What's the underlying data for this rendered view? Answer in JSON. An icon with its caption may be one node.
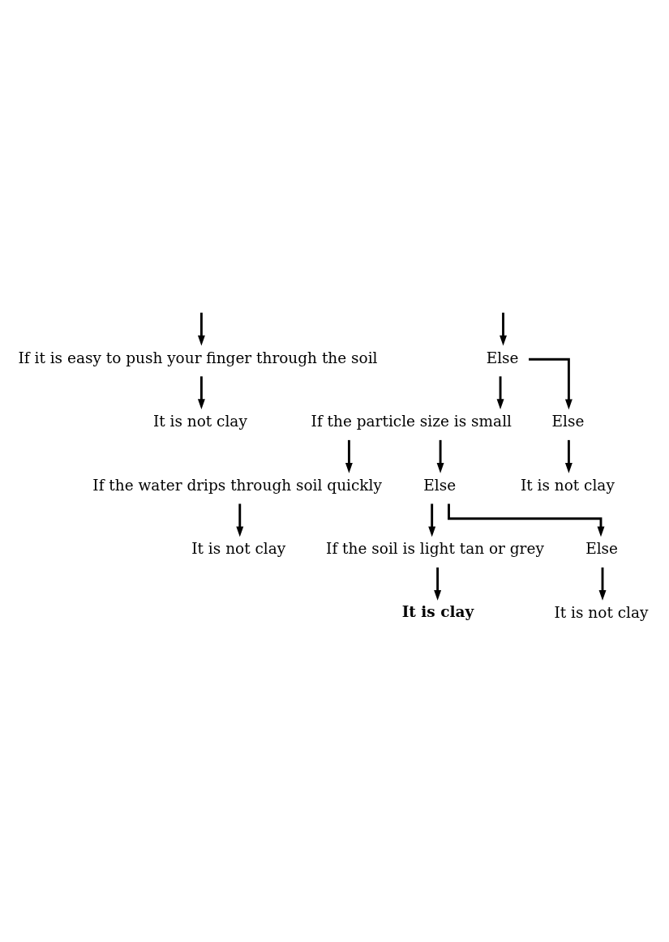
{
  "diagram": {
    "nodes": [
      {
        "text": [
          "If it is easy to push your finger through the soil"
        ]
      },
      {
        "text": [
          "It is not clay"
        ]
      },
      {
        "text": [
          "Else"
        ]
      },
      {
        "text": [
          "If the particle size is small"
        ]
      },
      {
        "text": [
          "If the water drips through soil quickly"
        ]
      },
      {
        "text": [
          "Else"
        ]
      },
      {
        "text": [
          "It is not clay"
        ]
      },
      {
        "text": [
          "Else"
        ]
      },
      {
        "text": [
          "If the soil is light tan or grey"
        ]
      },
      {
        "text": [
          "It is clay"
        ]
      },
      {
        "text": [
          "Else"
        ]
      },
      {
        "text": [
          "It is not clay"
        ]
      },
      {
        "text": [
          "It is not clay"
        ]
      }
    ],
    "edges": [
      {
        "from": null,
        "to": 0,
        "arrow": "to"
      },
      {
        "from": null,
        "to": 2,
        "arrow": "to"
      },
      {
        "from": 0,
        "to": 1,
        "arrow": "to"
      },
      {
        "from": 2,
        "to": 3,
        "arrow": "to"
      },
      {
        "from": 2,
        "to": 5,
        "arrow": "to"
      },
      {
        "from": 3,
        "to": 4,
        "arrow": "to"
      },
      {
        "from": 3,
        "to": 7,
        "arrow": "to"
      },
      {
        "from": 4,
        "to": 6,
        "arrow": "to"
      },
      {
        "from": 7,
        "to": 8,
        "arrow": "to"
      },
      {
        "from": 7,
        "to": 10,
        "arrow": "to"
      },
      {
        "from": 8,
        "to": 9,
        "arrow": "to"
      },
      {
        "from": 10,
        "to": 11,
        "arrow": "to"
      },
      {
        "from": 5,
        "to": 12,
        "arrow": "to"
      }
    ]
  }
}
